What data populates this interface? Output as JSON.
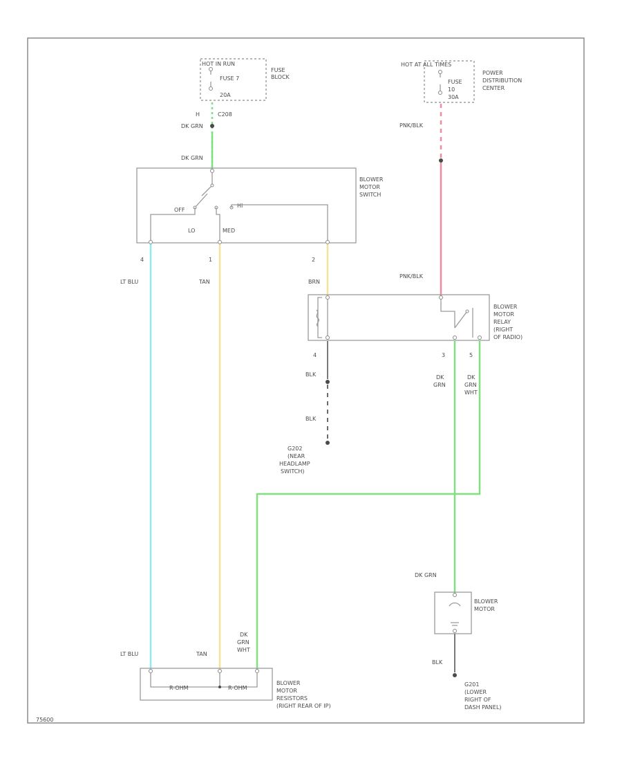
{
  "fuse_block": {
    "top": "HOT IN RUN",
    "fuse": "FUSE 7",
    "amps": "20A",
    "name_line1": "FUSE",
    "name_line2": "BLOCK",
    "pin": "H",
    "connector": "C208"
  },
  "pdc": {
    "top": "HOT AT ALL TIMES",
    "fuse": "FUSE",
    "fuse_num": "10",
    "amps": "30A",
    "name_line1": "POWER",
    "name_line2": "DISTRIBUTION",
    "name_line3": "CENTER"
  },
  "wire_colors": {
    "dk_grn": "DK GRN",
    "pnk_blk": "PNK/BLK",
    "lt_blu": "LT BLU",
    "tan": "TAN",
    "brn": "BRN",
    "blk": "BLK",
    "dk": "DK",
    "grn": "GRN",
    "wht": "WHT"
  },
  "blower_switch": {
    "name_line1": "BLOWER",
    "name_line2": "MOTOR",
    "name_line3": "SWITCH",
    "off": "OFF",
    "hi": "HI",
    "lo": "LO",
    "med": "MED",
    "pin_a": "4",
    "pin_b": "1",
    "pin_c": "2"
  },
  "relay": {
    "name_line1": "BLOWER",
    "name_line2": "MOTOR",
    "name_line3": "RELAY",
    "name_line4": "(RIGHT",
    "name_line5": "OF RADIO)",
    "pin_coil": "4",
    "pin_a": "3",
    "pin_b": "5"
  },
  "ground_c": {
    "name_line1": "G202",
    "name_line2": "(NEAR",
    "name_line3": "HEADLAMP",
    "name_line4": "SWITCH)"
  },
  "blower_motor": {
    "name_line1": "BLOWER",
    "name_line2": "MOTOR"
  },
  "ground_m": {
    "name_line1": "G201",
    "name_line2": "(LOWER",
    "name_line3": "RIGHT OF",
    "name_line4": "DASH PANEL)"
  },
  "resistors": {
    "name_line1": "BLOWER",
    "name_line2": "MOTOR",
    "name_line3": "RESISTORS",
    "name_line4": "(RIGHT REAR OF IP)",
    "r1": "R-OHM",
    "r2": "R-OHM"
  },
  "figure_id": "75600",
  "colors": {
    "dk_grn": "#7fe07f",
    "pnk_blk": "#f08aa0",
    "lt_blu": "#8feaf5",
    "tan": "#f2e29a",
    "frame": "#8a8a8a"
  }
}
